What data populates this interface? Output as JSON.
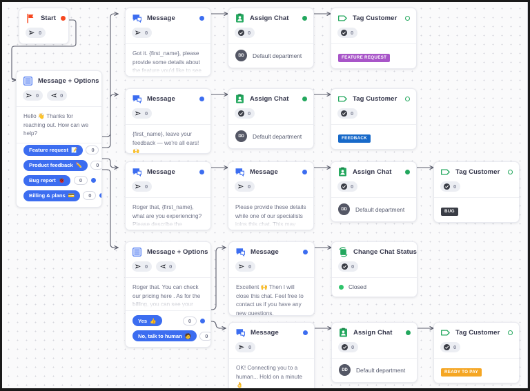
{
  "canvas": {
    "background": "#fafafb",
    "grid": true
  },
  "colors": {
    "accent_blue": "#3c6df0",
    "accent_green": "#22a75d",
    "accent_red": "#f6471f",
    "tag_feature_request": "#a855c8",
    "tag_feedback": "#1769c9",
    "tag_bug": "#3a3d46",
    "tag_ready_to_pay": "#f5a623",
    "status_closed": "#2fc46b"
  },
  "nodes": [
    {
      "id": "start",
      "type": "start",
      "title": "Start",
      "icon": "flag-icon",
      "port_color": "red",
      "pills": [
        {
          "icon": "send-icon",
          "value": "0"
        }
      ]
    },
    {
      "id": "welcome",
      "type": "message-options",
      "title": "Message + Options",
      "icon": "message-options-icon",
      "pills": [
        {
          "icon": "send-icon",
          "value": "0"
        },
        {
          "icon": "reply-icon",
          "value": "0"
        }
      ],
      "text": "Hello 👋 Thanks for reaching out. How can we help?",
      "options": [
        {
          "label": "Feature request",
          "emoji": "📝",
          "count": "0"
        },
        {
          "label": "Product feedback",
          "emoji": "✏️",
          "count": "0"
        },
        {
          "label": "Bug report",
          "emoji": "🐞",
          "count": "0"
        },
        {
          "label": "Billing & plans",
          "emoji": "💳",
          "count": "0"
        }
      ]
    },
    {
      "id": "msg-feature",
      "type": "message",
      "title": "Message",
      "icon": "message-icon",
      "port_color": "blue",
      "pills": [
        {
          "icon": "send-icon",
          "value": "0"
        }
      ],
      "text": "Got it. {first_name}, please provide some details about the feature you'd like to see in our product, while one of our experts joins this"
    },
    {
      "id": "assign-feature",
      "type": "assign-chat",
      "title": "Assign Chat",
      "icon": "assign-chat-icon",
      "port_color": "green",
      "pills": [
        {
          "icon": "check-icon",
          "value": "0"
        }
      ],
      "department": "Default department",
      "department_initials": "DD"
    },
    {
      "id": "tag-feature",
      "type": "tag-customer",
      "title": "Tag Customer",
      "icon": "tag-icon",
      "port_color": "hollow-green",
      "pills": [
        {
          "icon": "check-icon",
          "value": "0"
        }
      ],
      "tag": "FEATURE REQUEST",
      "tag_color": "#a855c8"
    },
    {
      "id": "msg-feedback",
      "type": "message",
      "title": "Message",
      "icon": "message-icon",
      "port_color": "blue",
      "pills": [
        {
          "icon": "send-icon",
          "value": "0"
        }
      ],
      "text": "{first_name}, leave your feedback — we're all ears! 🙌"
    },
    {
      "id": "assign-feedback",
      "type": "assign-chat",
      "title": "Assign Chat",
      "icon": "assign-chat-icon",
      "port_color": "green",
      "pills": [
        {
          "icon": "check-icon",
          "value": "0"
        }
      ],
      "department": "Default department",
      "department_initials": "DD"
    },
    {
      "id": "tag-feedback",
      "type": "tag-customer",
      "title": "Tag Customer",
      "icon": "tag-icon",
      "port_color": "hollow-green",
      "pills": [
        {
          "icon": "check-icon",
          "value": "0"
        }
      ],
      "tag": "FEEDBACK",
      "tag_color": "#1769c9"
    },
    {
      "id": "msg-bug-1",
      "type": "message",
      "title": "Message",
      "icon": "message-icon",
      "port_color": "blue",
      "pills": [
        {
          "icon": "send-icon",
          "value": "0"
        }
      ],
      "text": "Roger that, {first_name}, what are you experiencing? Please describe the problem and what you were doing when you encountered it. If"
    },
    {
      "id": "msg-bug-2",
      "type": "message",
      "title": "Message",
      "icon": "message-icon",
      "port_color": "blue",
      "pills": [
        {
          "icon": "send-icon",
          "value": "0"
        }
      ],
      "text": "Please provide these details while one of our specialists joins this chat. This may take a minute 👌 Already assigned this chat to support"
    },
    {
      "id": "assign-bug",
      "type": "assign-chat",
      "title": "Assign Chat",
      "icon": "assign-chat-icon",
      "port_color": "green",
      "pills": [
        {
          "icon": "check-icon",
          "value": "0"
        }
      ],
      "department": "Default department",
      "department_initials": "DD"
    },
    {
      "id": "tag-bug",
      "type": "tag-customer",
      "title": "Tag Customer",
      "icon": "tag-icon",
      "port_color": "hollow-green",
      "pills": [
        {
          "icon": "check-icon",
          "value": "0"
        }
      ],
      "tag": "BUG",
      "tag_color": "#3a3d46"
    },
    {
      "id": "billing-options",
      "type": "message-options",
      "title": "Message + Options",
      "icon": "message-options-icon",
      "pills": [
        {
          "icon": "send-icon",
          "value": "0"
        },
        {
          "icon": "reply-icon",
          "value": "0"
        }
      ],
      "text": "Roger that. You can check our pricing here . As for the billing, you can see your current subscription plan and manage your billing",
      "options": [
        {
          "label": "Yes",
          "emoji": "👍",
          "count": "0"
        },
        {
          "label": "No, talk to human",
          "emoji": "🧑",
          "count": "0"
        }
      ]
    },
    {
      "id": "msg-close",
      "type": "message",
      "title": "Message",
      "icon": "message-icon",
      "port_color": "blue",
      "pills": [
        {
          "icon": "send-icon",
          "value": "0"
        }
      ],
      "text": "Excellent 🙌 Then I will close this chat. Feel free to contact us if you have any new questions."
    },
    {
      "id": "change-status",
      "type": "change-chat-status",
      "title": "Change Chat Status",
      "icon": "change-status-icon",
      "port_color": "hollow-green",
      "pills": [
        {
          "icon": "check-icon",
          "value": "0"
        }
      ],
      "status": "Closed",
      "status_color": "#2fc46b"
    },
    {
      "id": "msg-human",
      "type": "message",
      "title": "Message",
      "icon": "message-icon",
      "port_color": "blue",
      "pills": [
        {
          "icon": "send-icon",
          "value": "0"
        }
      ],
      "text": "OK! Connecting you to a human... Hold on a minute 👌"
    },
    {
      "id": "assign-human",
      "type": "assign-chat",
      "title": "Assign Chat",
      "icon": "assign-chat-icon",
      "port_color": "green",
      "pills": [
        {
          "icon": "check-icon",
          "value": "0"
        }
      ],
      "department": "Default department",
      "department_initials": "DD"
    },
    {
      "id": "tag-human",
      "type": "tag-customer",
      "title": "Tag Customer",
      "icon": "tag-icon",
      "port_color": "hollow-green",
      "pills": [
        {
          "icon": "check-icon",
          "value": "0"
        }
      ],
      "tag": "READY TO PAY",
      "tag_color": "#f5a623"
    }
  ]
}
